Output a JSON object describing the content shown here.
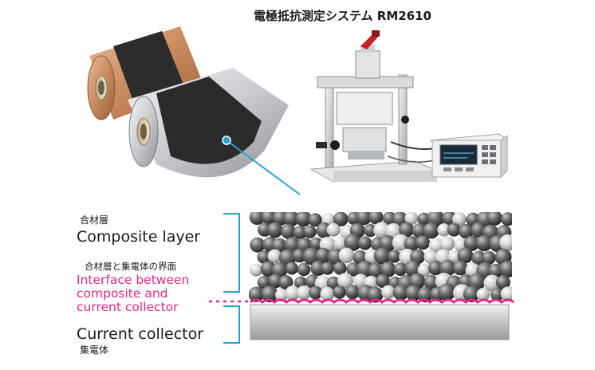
{
  "title": "電極抵抗測定システム RM2610",
  "labels": {
    "composite_jp": "合材層",
    "composite_en": "Composite layer",
    "interface_jp": "合材層と集電体の界面",
    "interface_en_1": "Interface between",
    "interface_en_2": "composite and",
    "interface_en_3": "current collector",
    "collector_en": "Current collector",
    "collector_jp": "集電体"
  },
  "colors": {
    "bracket": "#2a9fd6",
    "interface": "#e0288a",
    "copper": "#c98a5e",
    "aluminum": "#c9cbcf",
    "coating": "#2b2b2b"
  }
}
